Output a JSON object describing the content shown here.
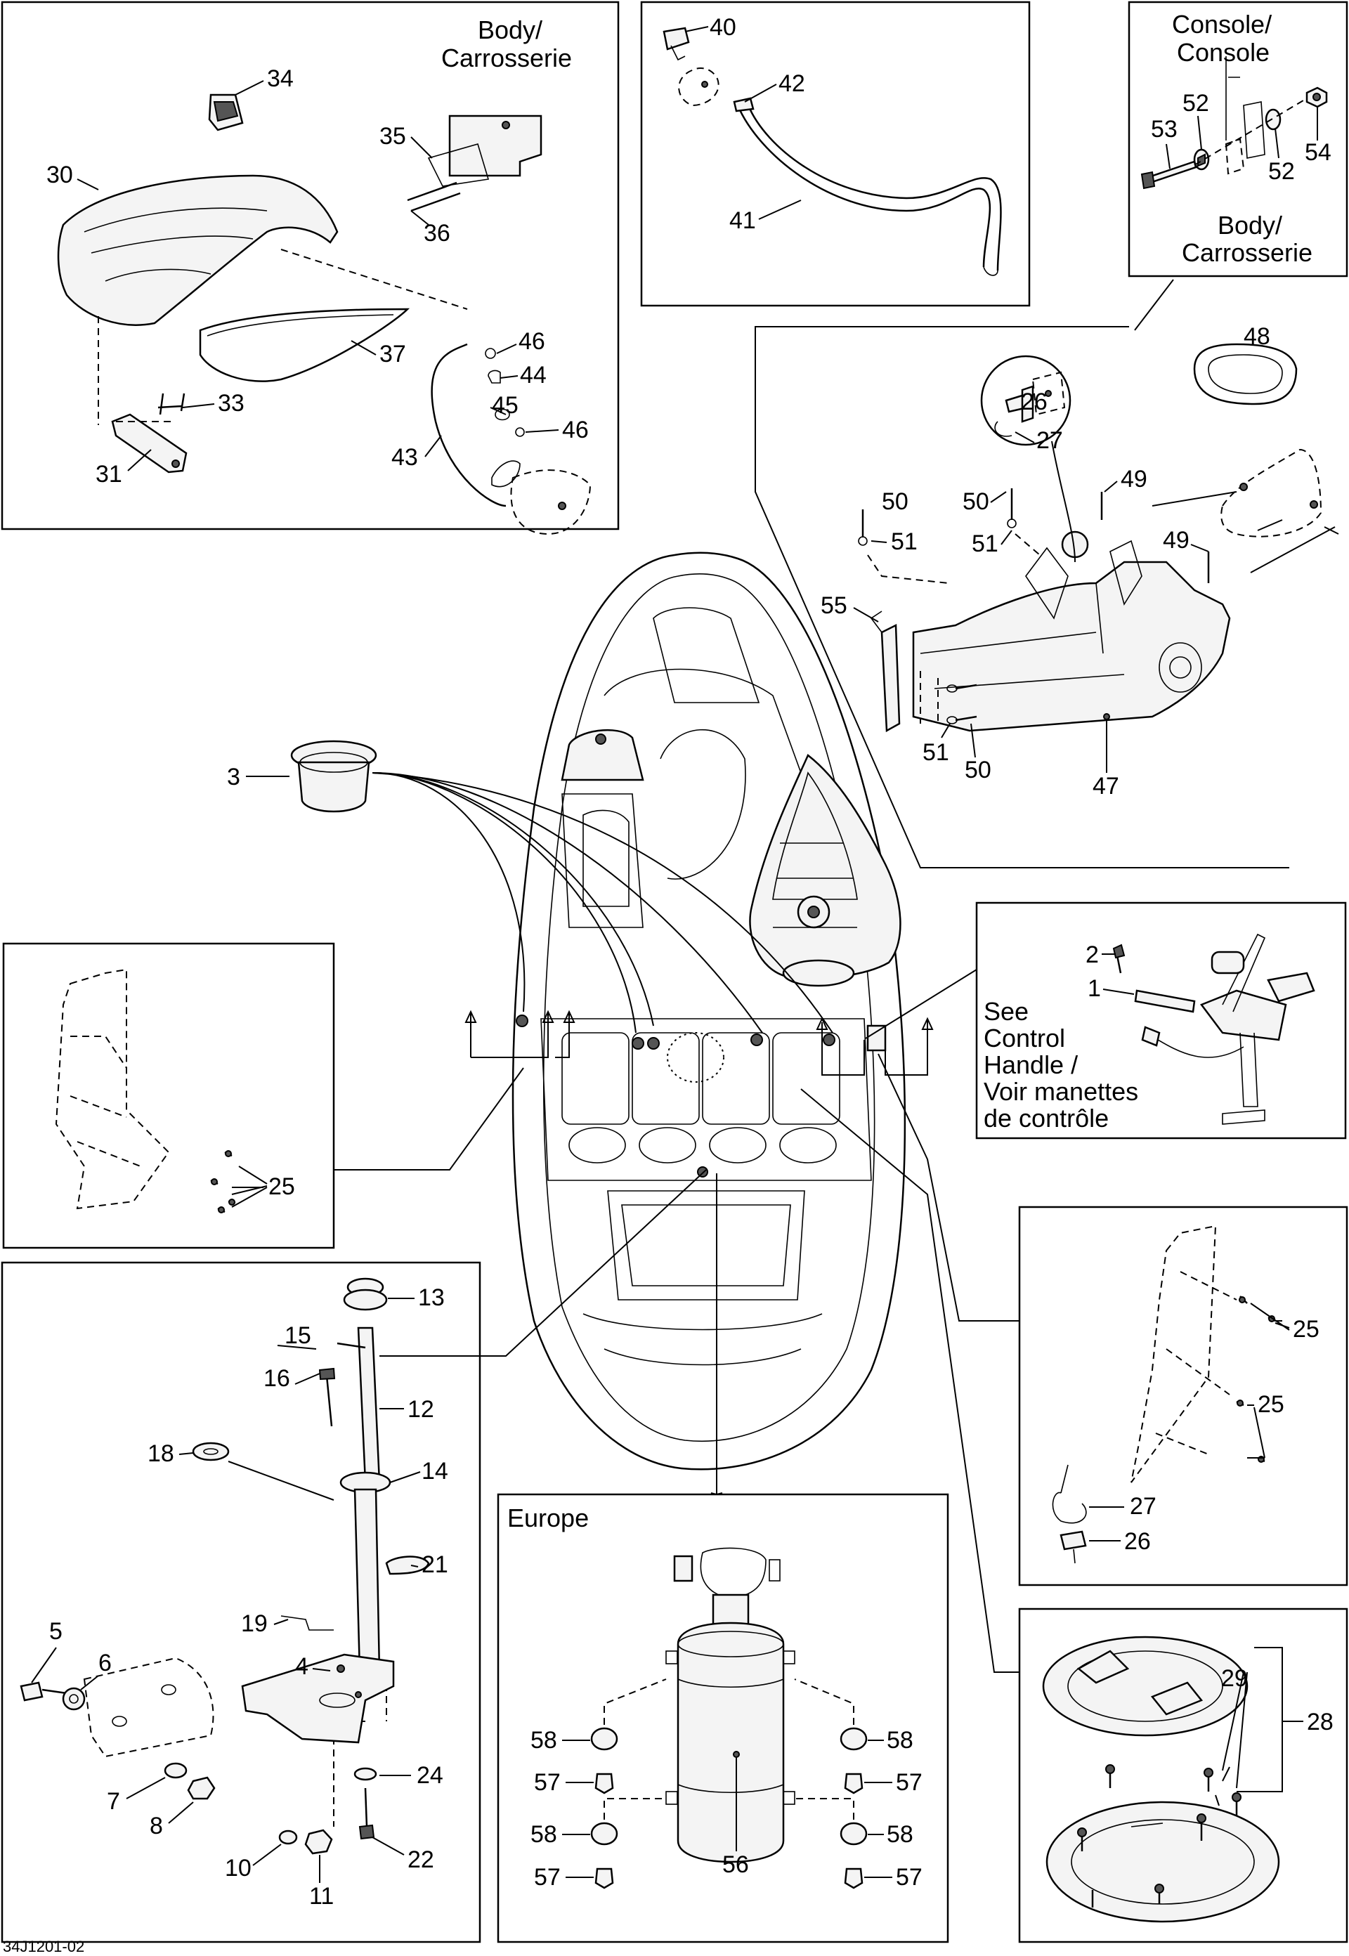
{
  "drawing_id": "34J1201-02",
  "callouts": [
    {
      "id": "c40",
      "text": "40"
    },
    {
      "id": "c42",
      "text": "42"
    },
    {
      "id": "c41",
      "text": "41"
    },
    {
      "id": "c34",
      "text": "34"
    },
    {
      "id": "c30",
      "text": "30"
    },
    {
      "id": "c35",
      "text": "35"
    },
    {
      "id": "c36",
      "text": "36"
    },
    {
      "id": "c37",
      "text": "37"
    },
    {
      "id": "c33",
      "text": "33"
    },
    {
      "id": "c31",
      "text": "31"
    },
    {
      "id": "c46a",
      "text": "46"
    },
    {
      "id": "c44",
      "text": "44"
    },
    {
      "id": "c45",
      "text": "45"
    },
    {
      "id": "c46b",
      "text": "46"
    },
    {
      "id": "c43",
      "text": "43"
    },
    {
      "id": "c53",
      "text": "53"
    },
    {
      "id": "c52a",
      "text": "52"
    },
    {
      "id": "c52b",
      "text": "52"
    },
    {
      "id": "c54",
      "text": "54"
    },
    {
      "id": "c48",
      "text": "48"
    },
    {
      "id": "c26a",
      "text": "26"
    },
    {
      "id": "c27a",
      "text": "27"
    },
    {
      "id": "c50a",
      "text": "50"
    },
    {
      "id": "c51a",
      "text": "51"
    },
    {
      "id": "c50b",
      "text": "50"
    },
    {
      "id": "c51b",
      "text": "51"
    },
    {
      "id": "c49a",
      "text": "49"
    },
    {
      "id": "c49b",
      "text": "49"
    },
    {
      "id": "c55",
      "text": "55"
    },
    {
      "id": "c51c",
      "text": "51"
    },
    {
      "id": "c50c",
      "text": "50"
    },
    {
      "id": "c47",
      "text": "47"
    },
    {
      "id": "c3",
      "text": "3"
    },
    {
      "id": "c2",
      "text": "2"
    },
    {
      "id": "c1",
      "text": "1"
    },
    {
      "id": "c25a",
      "text": "25"
    },
    {
      "id": "c13",
      "text": "13"
    },
    {
      "id": "c15",
      "text": "15"
    },
    {
      "id": "c16",
      "text": "16"
    },
    {
      "id": "c12",
      "text": "12"
    },
    {
      "id": "c18",
      "text": "18"
    },
    {
      "id": "c14",
      "text": "14"
    },
    {
      "id": "c21",
      "text": "21"
    },
    {
      "id": "c19",
      "text": "19"
    },
    {
      "id": "c4",
      "text": "4"
    },
    {
      "id": "c5",
      "text": "5"
    },
    {
      "id": "c6",
      "text": "6"
    },
    {
      "id": "c7",
      "text": "7"
    },
    {
      "id": "c8",
      "text": "8"
    },
    {
      "id": "c24",
      "text": "24"
    },
    {
      "id": "c22",
      "text": "22"
    },
    {
      "id": "c10",
      "text": "10"
    },
    {
      "id": "c11",
      "text": "11"
    },
    {
      "id": "c25b",
      "text": "25"
    },
    {
      "id": "c25c",
      "text": "25"
    },
    {
      "id": "c27b",
      "text": "27"
    },
    {
      "id": "c26b",
      "text": "26"
    },
    {
      "id": "c29",
      "text": "29"
    },
    {
      "id": "c28",
      "text": "28"
    },
    {
      "id": "c58a",
      "text": "58"
    },
    {
      "id": "c58b",
      "text": "58"
    },
    {
      "id": "c57a",
      "text": "57"
    },
    {
      "id": "c57b",
      "text": "57"
    },
    {
      "id": "c58c",
      "text": "58"
    },
    {
      "id": "c58d",
      "text": "58"
    },
    {
      "id": "c57c",
      "text": "57"
    },
    {
      "id": "c57d",
      "text": "57"
    },
    {
      "id": "c56",
      "text": "56"
    }
  ],
  "notes": {
    "body_carrosserie_top": [
      "Body/",
      "Carrosserie"
    ],
    "console_console": [
      "Console/",
      "Console"
    ],
    "body_carrosserie_right": [
      "Body/",
      "Carrosserie"
    ],
    "see_control_handle": [
      "See",
      "Control",
      "Handle /",
      "Voir manettes",
      "de contrôle"
    ],
    "europe": "Europe"
  }
}
